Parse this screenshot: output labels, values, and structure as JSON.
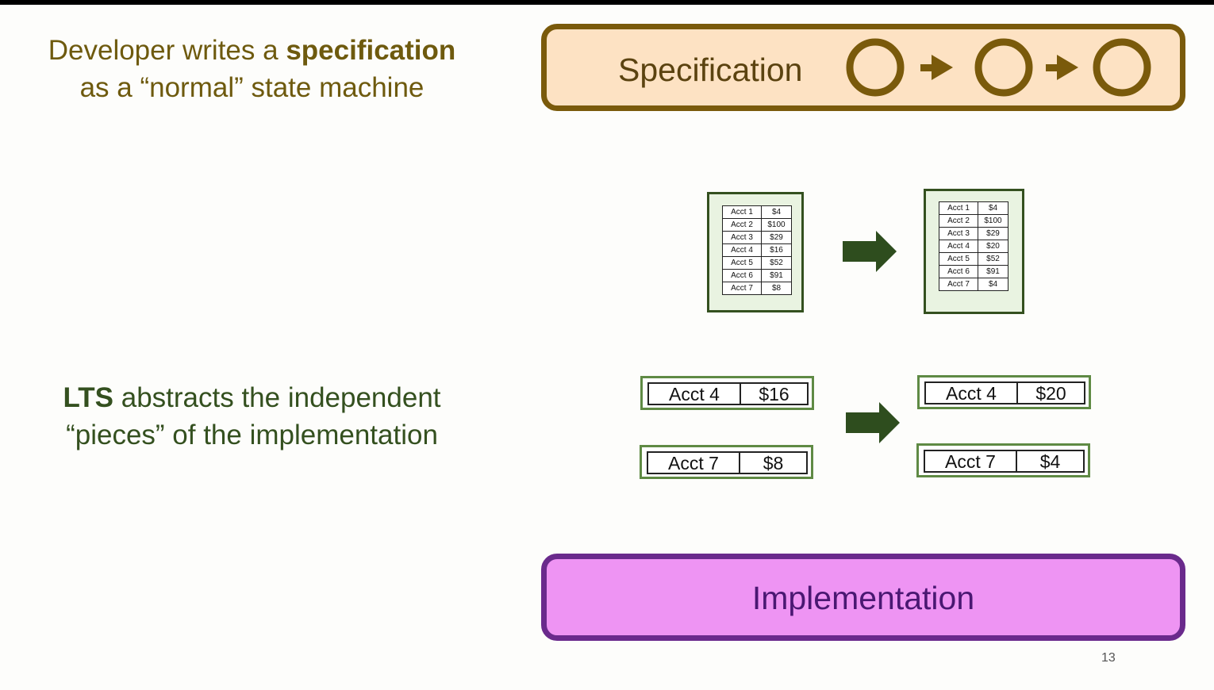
{
  "caption_top": {
    "prefix": "Developer writes a ",
    "bold": "specification",
    "line2": "as a “normal” state machine"
  },
  "caption_bottom": {
    "bold": "LTS",
    "rest": " abstracts the independent",
    "line2": "“pieces” of the implementation"
  },
  "spec_box": {
    "label": "Specification",
    "fill": "#fde2c3",
    "border": "#7a5a0b",
    "states": 3
  },
  "impl_box": {
    "label": "Implementation",
    "fill": "#ee94f3",
    "border": "#6a2a8c"
  },
  "ledger_before": {
    "rows": [
      {
        "acct": "Acct 1",
        "amt": "$4"
      },
      {
        "acct": "Acct 2",
        "amt": "$100"
      },
      {
        "acct": "Acct 3",
        "amt": "$29"
      },
      {
        "acct": "Acct 4",
        "amt": "$16"
      },
      {
        "acct": "Acct 5",
        "amt": "$52"
      },
      {
        "acct": "Acct 6",
        "amt": "$91"
      },
      {
        "acct": "Acct 7",
        "amt": "$8"
      }
    ]
  },
  "ledger_after": {
    "rows": [
      {
        "acct": "Acct 1",
        "amt": "$4"
      },
      {
        "acct": "Acct 2",
        "amt": "$100"
      },
      {
        "acct": "Acct 3",
        "amt": "$29"
      },
      {
        "acct": "Acct 4",
        "amt": "$20"
      },
      {
        "acct": "Acct 5",
        "amt": "$52"
      },
      {
        "acct": "Acct 6",
        "amt": "$91"
      },
      {
        "acct": "Acct 7",
        "amt": "$4"
      }
    ]
  },
  "pieces_before": [
    {
      "acct": "Acct 4",
      "amt": "$16"
    },
    {
      "acct": "Acct 7",
      "amt": "$8"
    }
  ],
  "pieces_after": [
    {
      "acct": "Acct 4",
      "amt": "$20"
    },
    {
      "acct": "Acct 7",
      "amt": "$4"
    }
  ],
  "page_number": "13"
}
